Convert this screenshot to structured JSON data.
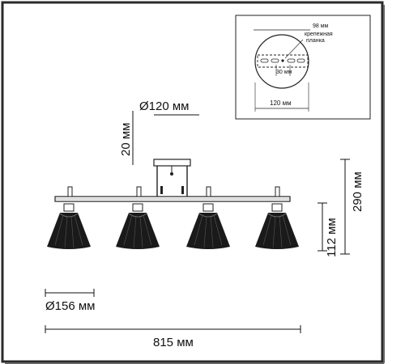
{
  "dimensions": {
    "plate_diameter": "Ø120 мм",
    "plate_height": "20 мм",
    "total_height": "290 мм",
    "shade_height": "112 мм",
    "shade_diameter": "Ø156 мм",
    "total_length": "815 мм"
  },
  "inset": {
    "bar_length": "98 мм",
    "mount_label_line1": "крепежная",
    "mount_label_line2": "планка",
    "hole_spacing": "30 мм",
    "plate_width": "120 мм"
  },
  "colors": {
    "line": "#111111",
    "shade": "#1a1a1a",
    "frame": "#2a2a2a"
  }
}
